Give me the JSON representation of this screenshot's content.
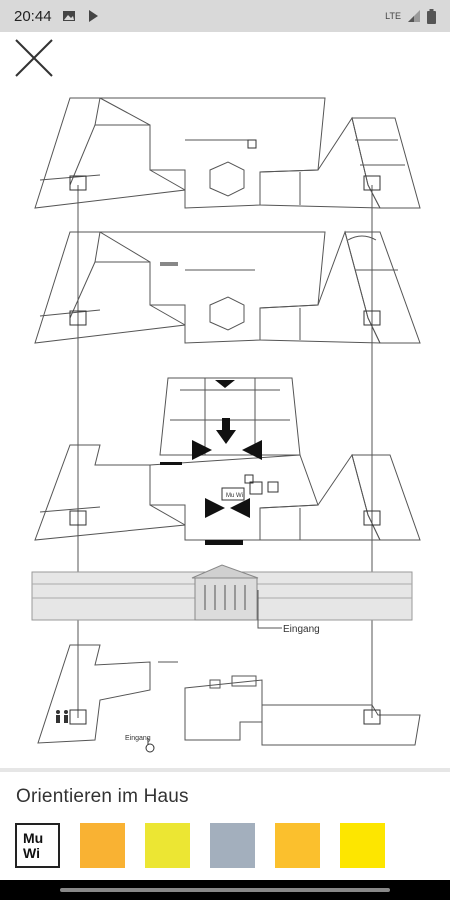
{
  "status_bar": {
    "time": "20:44",
    "network": "LTE",
    "icons": [
      "image-icon",
      "play-store-icon",
      "signal-icon",
      "battery-icon"
    ]
  },
  "close": {
    "icon": "close-icon"
  },
  "map": {
    "entrance_label": "Eingang",
    "entrance_label_small": "Eingang",
    "room_label": "Mu Wi"
  },
  "orientation": {
    "title": "Orientieren im Haus",
    "swatches": [
      {
        "type": "logo",
        "line1": "Mu",
        "line2": "Wi"
      },
      {
        "type": "color",
        "color": "#f9b233"
      },
      {
        "type": "color",
        "color": "#ece633"
      },
      {
        "type": "color",
        "color": "#a3afbd"
      },
      {
        "type": "color",
        "color": "#fbc02d"
      },
      {
        "type": "color",
        "color": "#fde600"
      }
    ]
  }
}
